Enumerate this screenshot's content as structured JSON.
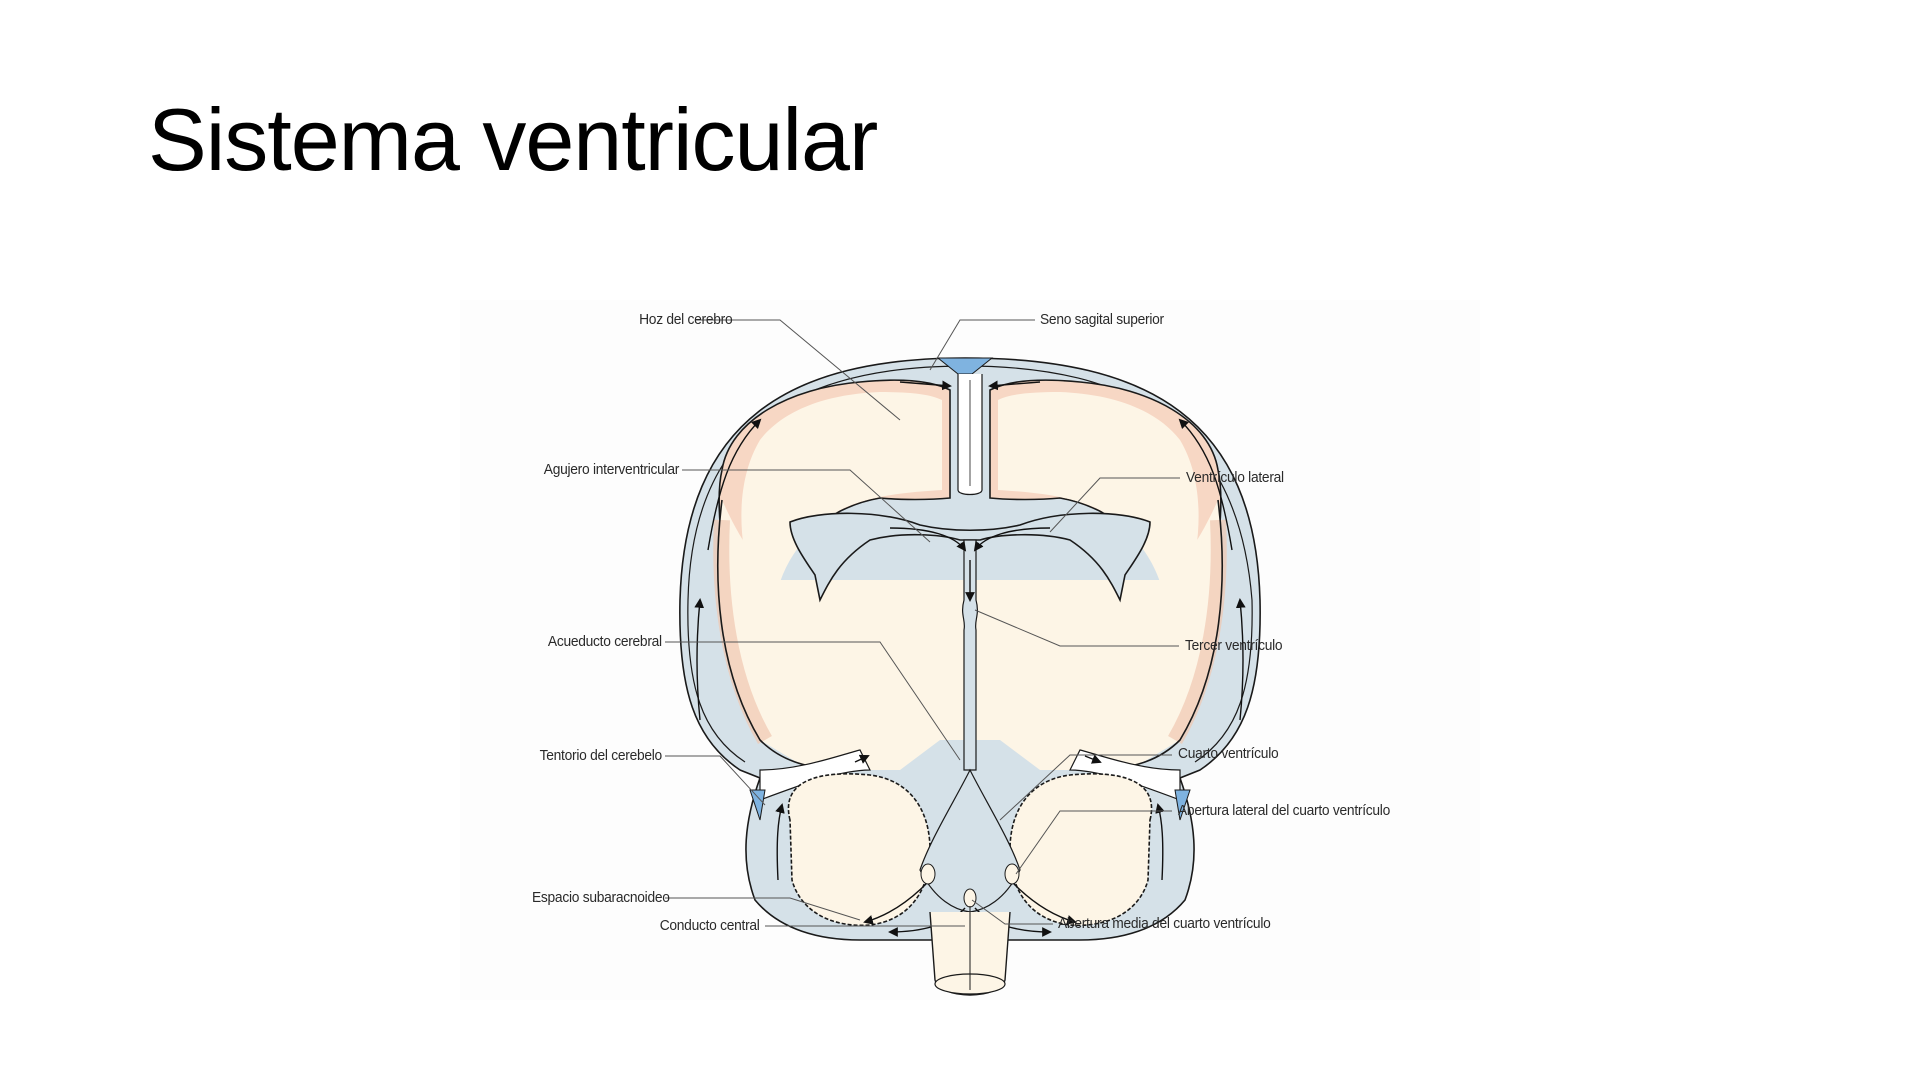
{
  "slide": {
    "title": "Sistema ventricular"
  },
  "diagram": {
    "colors": {
      "csf_space": "#d5e1e8",
      "venous_sinus": "#7fb3e0",
      "gray_matter": "#f7d7c4",
      "white_matter": "#fdf5e6",
      "outline": "#1a1a1a",
      "leader_line": "#555555"
    },
    "labels": {
      "hoz_del_cerebro": "Hoz del cerebro",
      "seno_sagital_superior": "Seno sagital superior",
      "agujero_interventricular": "Agujero interventricular",
      "ventriculo_lateral": "Ventrículo lateral",
      "acueducto_cerebral": "Acueducto cerebral",
      "tercer_ventriculo": "Tercer ventrículo",
      "tentorio_del_cerebelo": "Tentorio del cerebelo",
      "cuarto_ventriculo": "Cuarto ventrículo",
      "abertura_lateral": "Abertura lateral del cuarto ventrículo",
      "espacio_subaracnoideo": "Espacio subaracnoideo",
      "conducto_central": "Conducto central",
      "abertura_media": "Abertura media del cuarto ventrículo"
    }
  }
}
